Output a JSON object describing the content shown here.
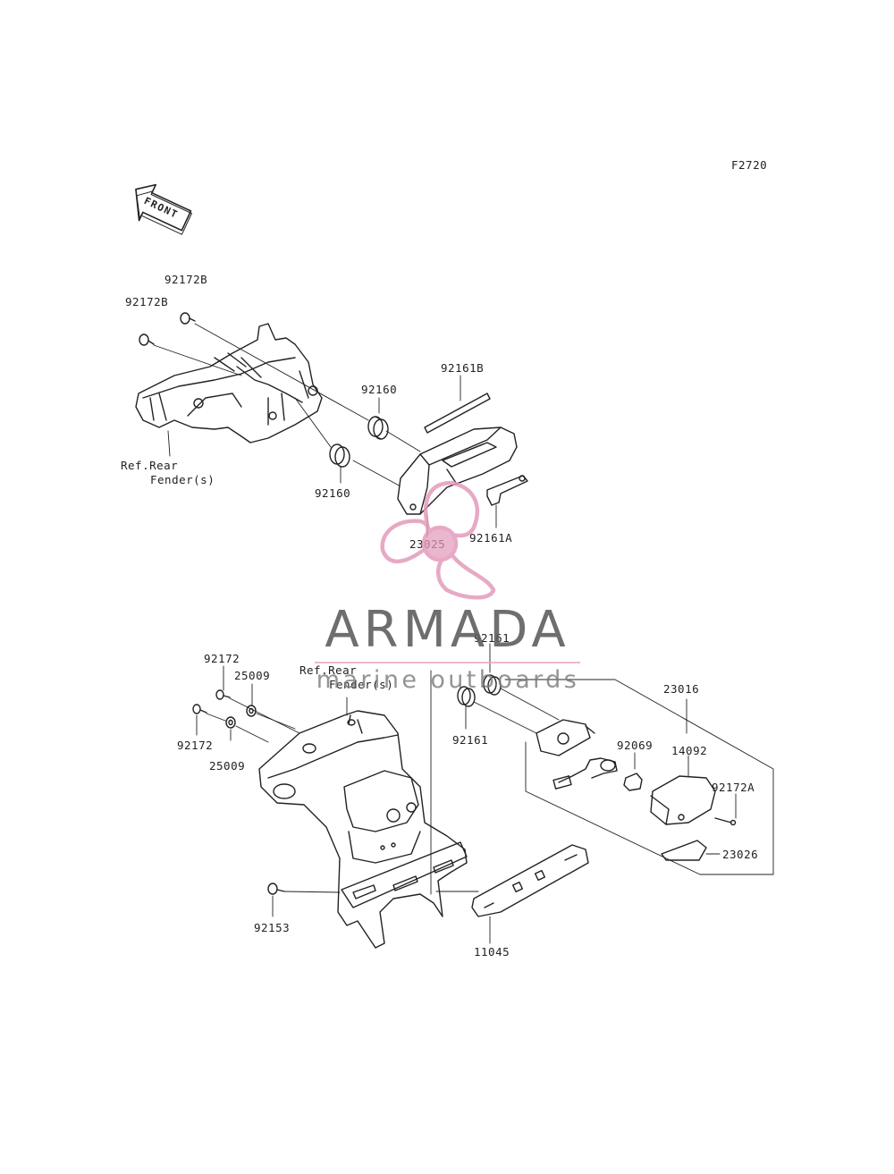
{
  "figure_code": "F2720",
  "front_arrow_label": "FRONT",
  "labels": {
    "upper": {
      "p92172B_a": "92172B",
      "p92172B_b": "92172B",
      "ref_rear_fender_1": "Ref.Rear",
      "ref_rear_fender_2": "Fender(s)",
      "p92160_top": "92160",
      "p92160_bottom": "92160",
      "p92161B": "92161B",
      "p23025": "23025",
      "p92161A": "92161A"
    },
    "lower": {
      "p92172_top": "92172",
      "p25009_top": "25009",
      "ref_rear_fender_1": "Ref.Rear",
      "ref_rear_fender_2": "Fender(s)",
      "p92172_left": "92172",
      "p25009_bottom": "25009",
      "p92161_top": "92161",
      "p92161_bottom": "92161",
      "p23016": "23016",
      "p92069": "92069",
      "p14092": "14092",
      "p92172A": "92172A",
      "p23026": "23026",
      "p92153": "92153",
      "p11045": "11045"
    }
  },
  "watermark": {
    "brand": "ARMADA",
    "tagline": "marine outboards",
    "colors": {
      "text": "#5f5f5f",
      "accent": "#e39bbb"
    }
  }
}
